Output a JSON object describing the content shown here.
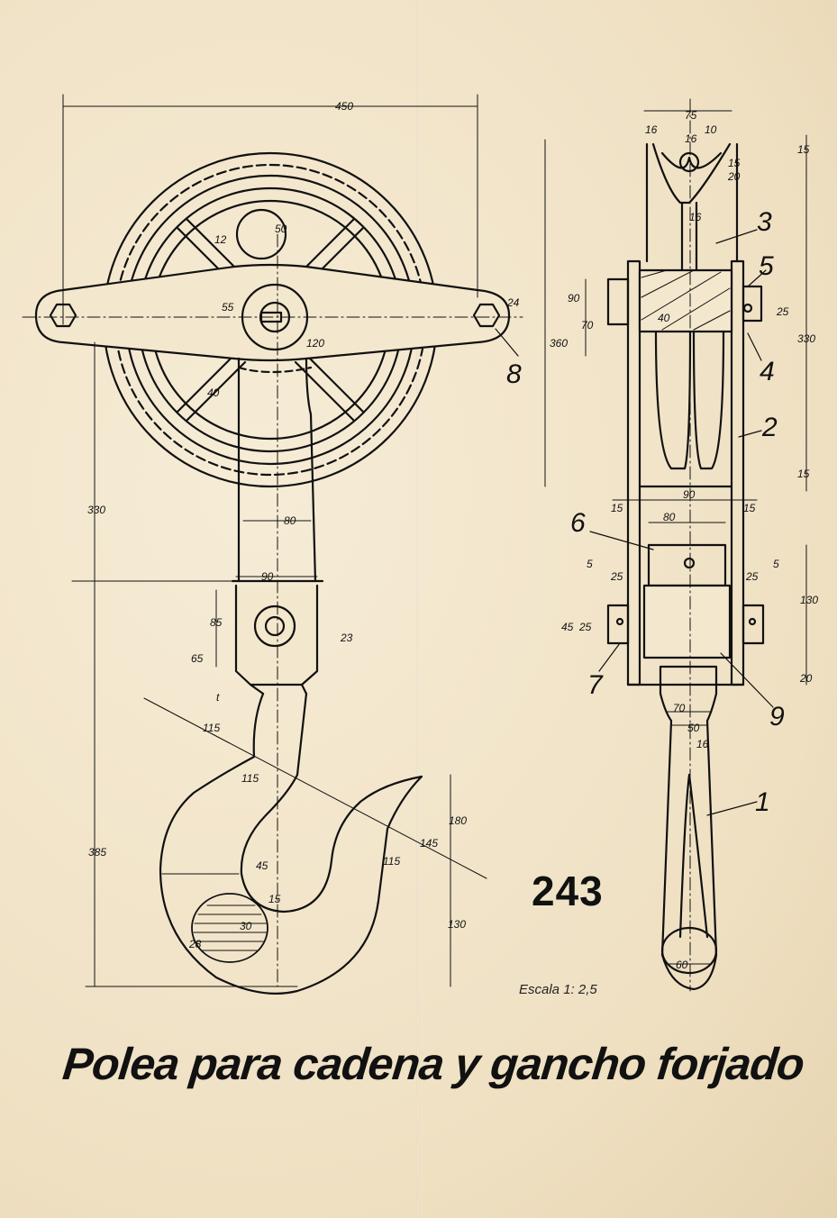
{
  "sheet": {
    "title": "Polea para cadena y gancho forjado",
    "number": "243",
    "scale": "Escala 1: 2,5"
  },
  "part_labels": [
    "1",
    "2",
    "3",
    "4",
    "5",
    "6",
    "7",
    "8",
    "9"
  ],
  "dimensions": {
    "front": [
      "450",
      "50",
      "12",
      "55",
      "120",
      "40",
      "330",
      "80",
      "90",
      "85",
      "65",
      "23",
      "24",
      "115",
      "115",
      "115",
      "45",
      "15",
      "30",
      "28",
      "385",
      "130",
      "180",
      "145",
      "t"
    ],
    "side": [
      "75",
      "16",
      "16",
      "10",
      "15",
      "20",
      "15",
      "16",
      "90",
      "70",
      "40",
      "360",
      "330",
      "25",
      "15",
      "15",
      "90",
      "80",
      "15",
      "5",
      "25",
      "25",
      "5",
      "130",
      "45",
      "25",
      "20",
      "70",
      "50",
      "16",
      "60"
    ]
  },
  "colors": {
    "paper": "#f1e4c8",
    "ink": "#111111"
  }
}
